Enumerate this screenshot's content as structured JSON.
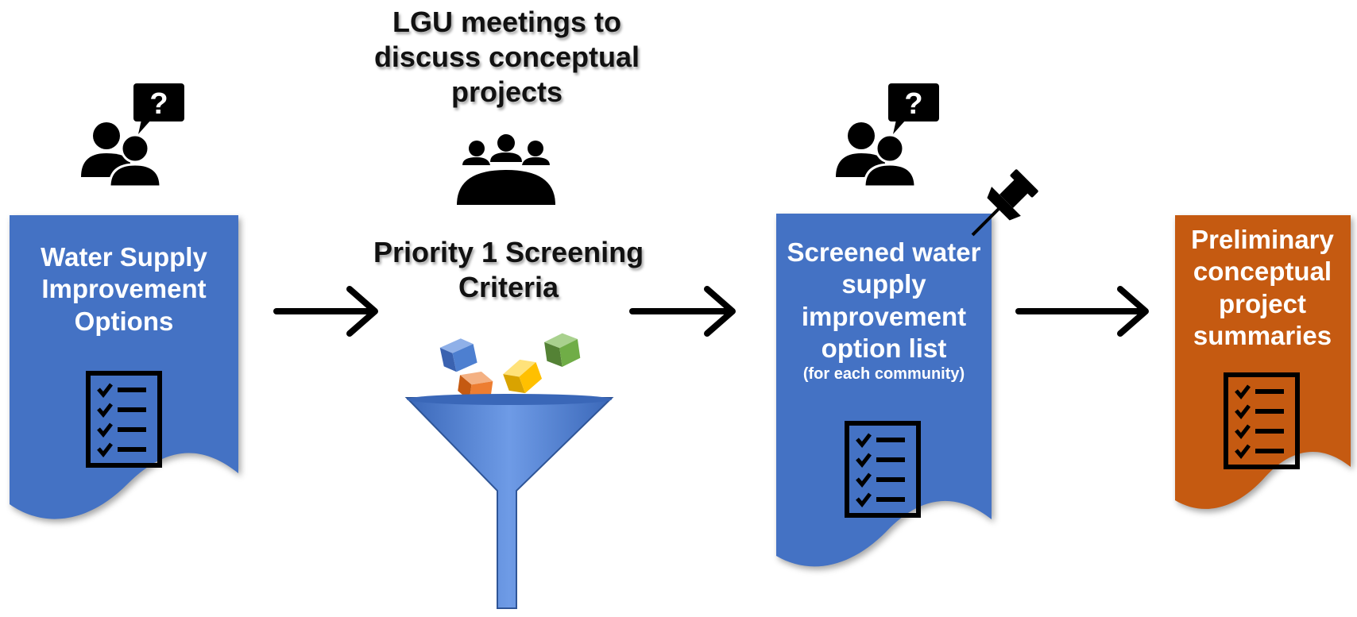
{
  "colors": {
    "doc_blue": "#4472C4",
    "doc_orange": "#C55A11",
    "funnel_blue": "#4D7FD0",
    "ink": "#000000"
  },
  "meeting_label": "LGU meetings to discuss conceptual projects",
  "screening_label": "Priority 1 Screening Criteria",
  "doc1": {
    "title": "Water Supply Improvement Options",
    "icon": "checklist-icon"
  },
  "doc2": {
    "title": "Screened water supply improvement option list",
    "note": "(for each community)",
    "icon": "checklist-icon"
  },
  "doc3": {
    "title": "Preliminary conceptual project summaries",
    "icon": "checklist-icon"
  },
  "icons": {
    "discussion": "people-question-icon",
    "meeting": "meeting-table-icon",
    "pin": "pushpin-icon",
    "funnel": "funnel-icon",
    "cubes": [
      "blue-cube-icon",
      "orange-cube-icon",
      "yellow-cube-icon",
      "green-cube-icon"
    ],
    "arrow": "right-arrow-icon"
  }
}
